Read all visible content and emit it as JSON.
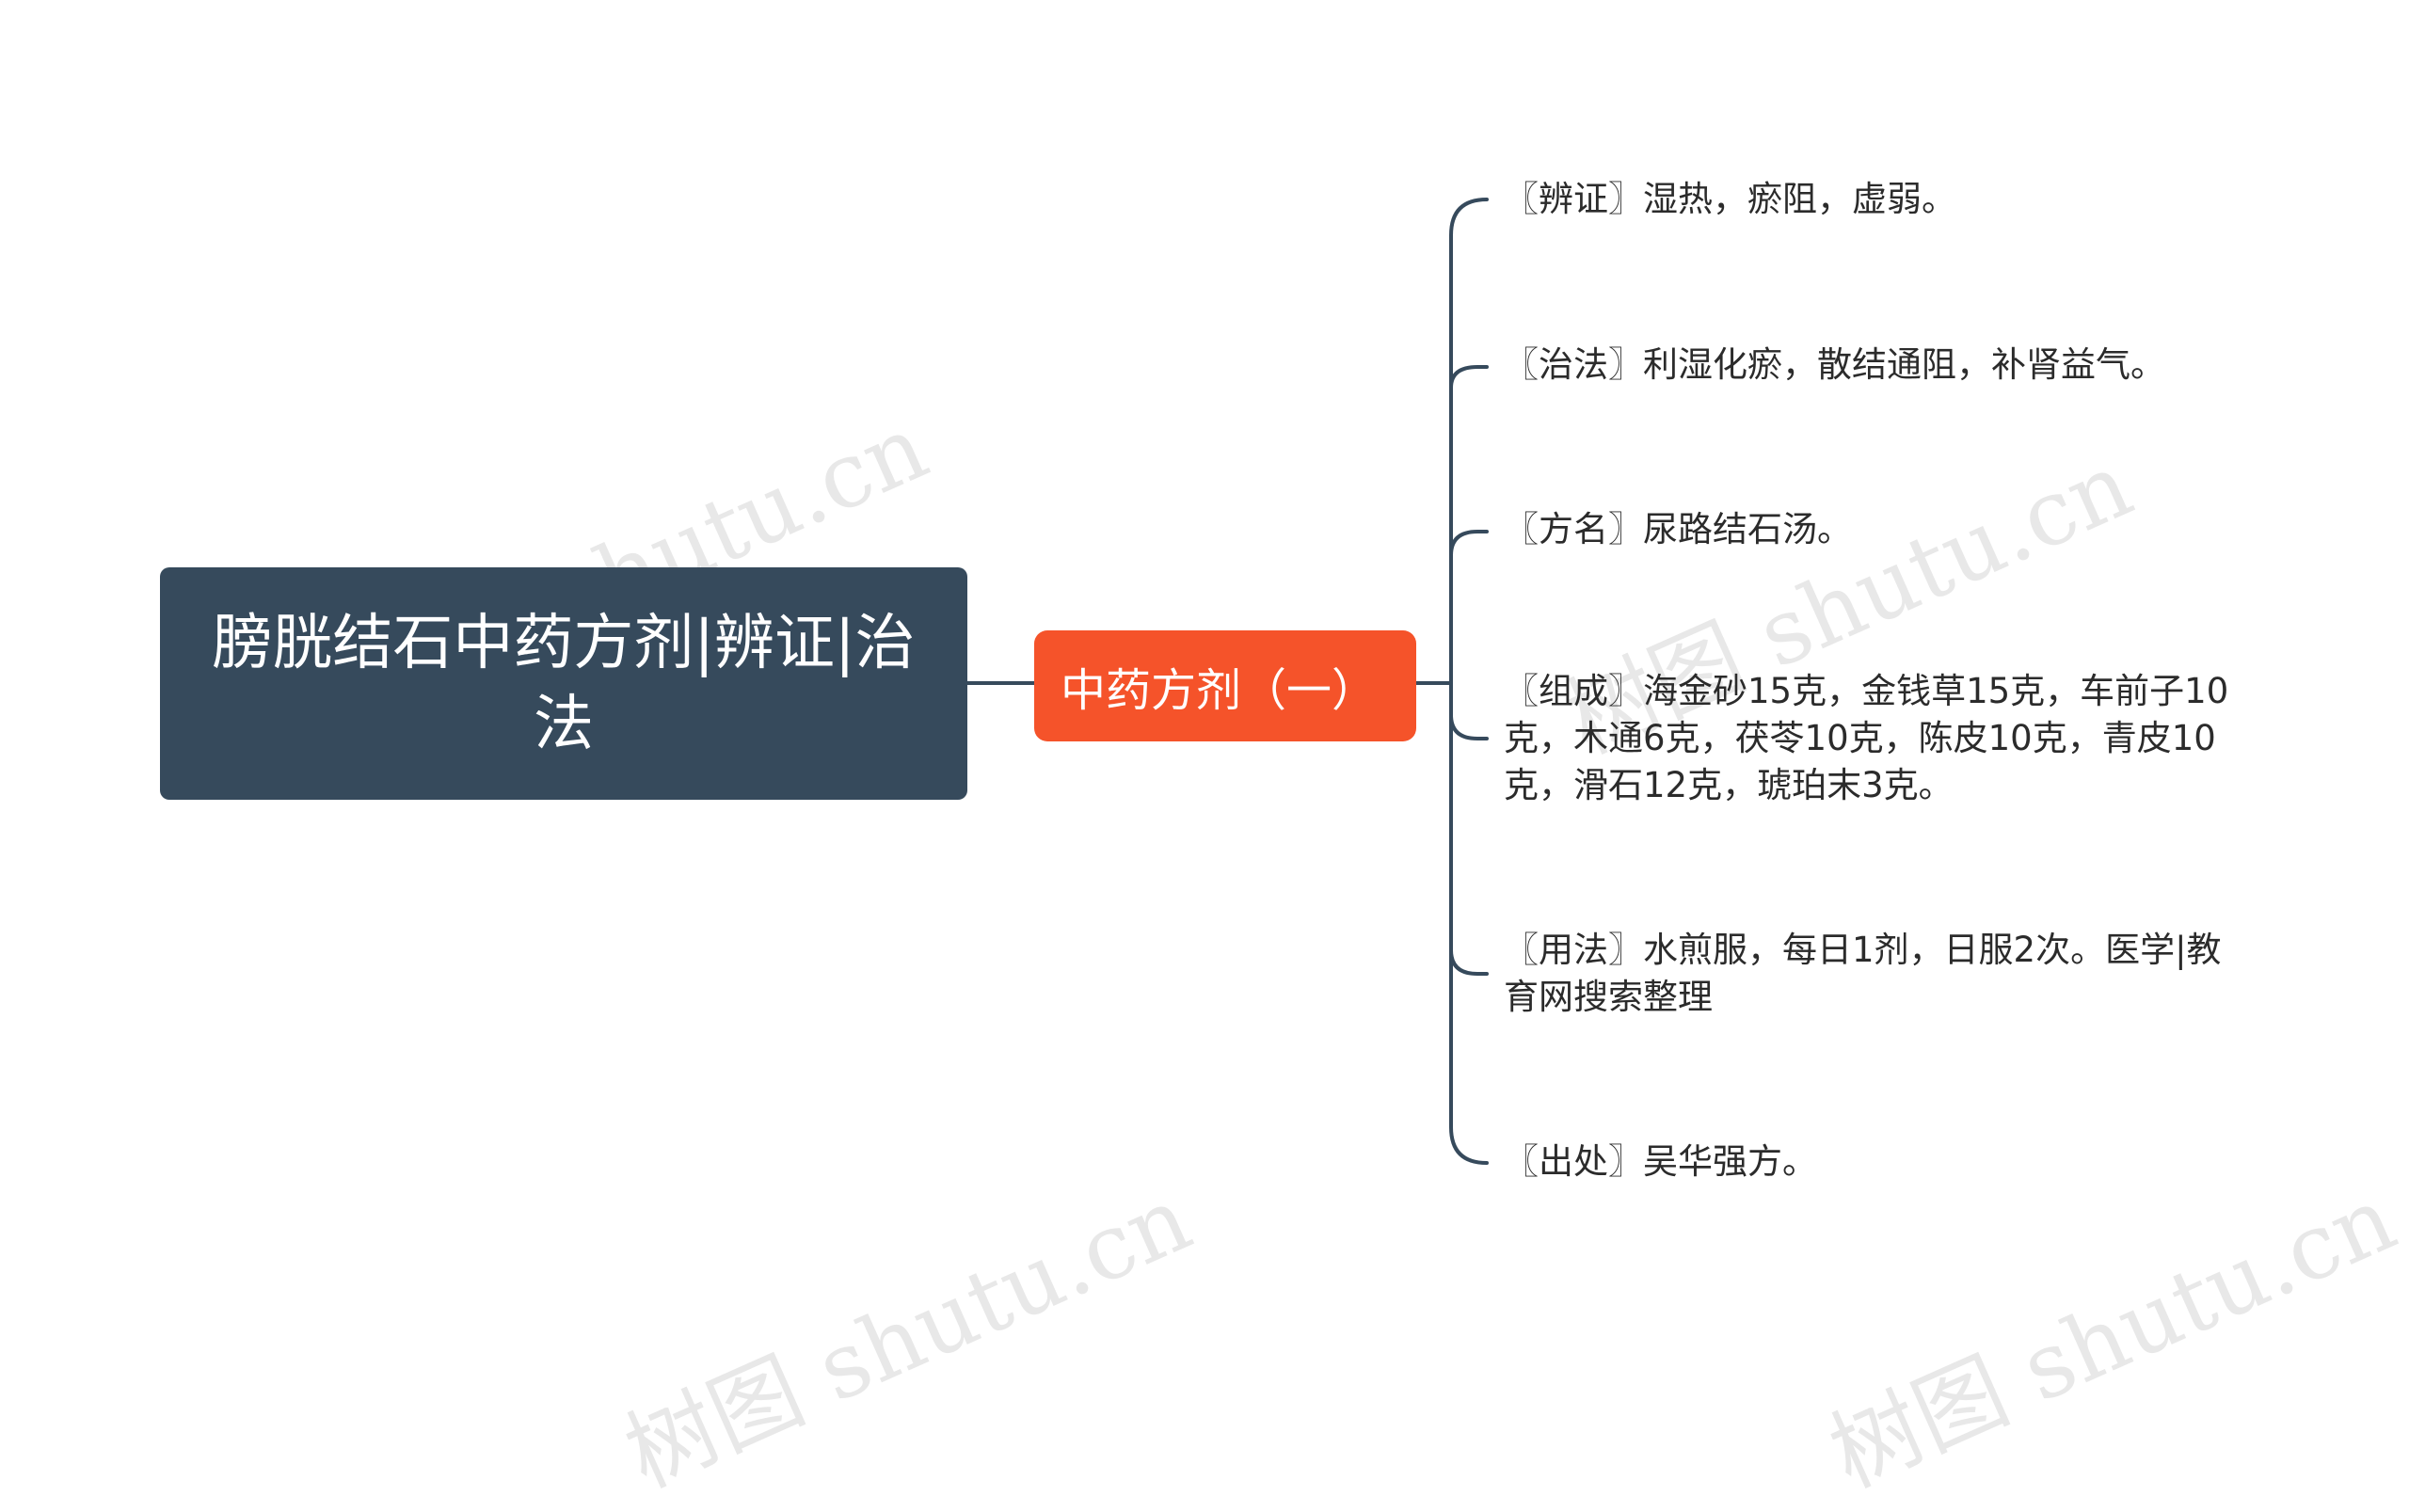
{
  "watermarks": [
    "树图 shutu.cn",
    "树图 shutu.cn",
    "树图 shutu.cn",
    "树图 shutu.cn"
  ],
  "mindmap": {
    "root": {
      "label": "膀胱结石中药方剂|辨证|治法",
      "color": "#364a5c"
    },
    "branch": {
      "label": "中药方剂（一）",
      "color": "#f5532a"
    },
    "leaves": [
      {
        "label": "〖辨证〗湿热，瘀阻，虚弱。"
      },
      {
        "label": "〖治法〗利湿化瘀，散结通阻，补肾益气。"
      },
      {
        "label": "〖方名〗尿路结石汤。"
      },
      {
        "label": "〖组成〗海金砂15克，金钱草15克，车前子10克，木通6克，茯苓10克，陈皮10克，青皮10克，滑石12克，琥珀末3克。"
      },
      {
        "label": "〖用法〗水煎服，每日1剂，日服2次。医学|教育网搜索整理"
      },
      {
        "label": "〖出处〗吴华强方。"
      }
    ],
    "connector_color": "#364a5c"
  }
}
